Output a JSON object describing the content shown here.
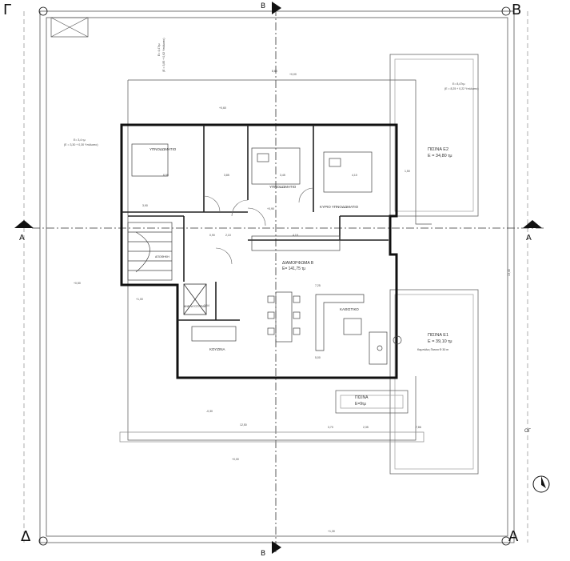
{
  "corners": {
    "top_left": "Γ",
    "top_right": "Β",
    "bottom_left": "Δ",
    "bottom_right": "Α"
  },
  "section_markers": {
    "left": "Α",
    "right": "Α",
    "top": "Β",
    "bottom": "Β"
  },
  "rooms": {
    "bedroom_1": "ΥΠΝΟΔΩΜΑΤΙΟ",
    "bedroom_2": "ΥΠΝΟΔΩΜΑΤΙΟ",
    "bedroom_master": "ΚΥΡΙΟ ΥΠΝΟΔΩΜΑΤΙΟ",
    "living_title": "ΔΙΑΜΟΡΦΩΜΑ Β",
    "living_area": "Ε= 141,75 τμ",
    "kitchen": "ΚΟΥΖΙΝΑ",
    "living_room": "ΚΑΘΙΣΤΙΚΟ",
    "stair_note": "ΑΝΕΛΚΥΣΤΗΡΑΣ",
    "storage": "ΑΠΟΘΗΚΗ"
  },
  "pools": {
    "pool_e2_title": "ΠΙΣΙΝΑ Ε2",
    "pool_e2_area": "Ε = 34,80 τμ",
    "pool_e1_title": "ΠΙΣΙΝΑ Ε1",
    "pool_e1_area": "Ε = 39,10 τμ",
    "pool_e1_note": "Καμπύλες Πισινα Φ 30 m",
    "pool_small_title": "ΠΙΣΙΝΑ",
    "pool_small_area": "Ε=9τμ"
  },
  "levels": {
    "top_left_box": "Ε= 3,4 τμ",
    "top_left_box2": "(Ε = 3,30 + 0,30 Υπόλοιπο)",
    "top_mid": "Ε= 4,47τμ",
    "top_mid2": "(Ε = 3,85 + 0,62 Υπόλοιπο)",
    "top_right": "Ε= 8,47τμ",
    "top_right2": "(Ε = 8,25 + 0,22 Υπόλοιπο)",
    "bottom_right_label": "ΟΓ",
    "elev_1": "+0,00",
    "elev_2": "+0,60",
    "elev_3": "+0,90",
    "elev_4": "+0,50",
    "elev_5": "+1,00",
    "elev_6": "-0,30",
    "elev_7": "+0,00",
    "elev_8": "+1,30"
  },
  "dims": {
    "d1": "6,99",
    "d2": "3,85",
    "d3": "3,45",
    "d4": "4,10",
    "d5": "3,90",
    "d6": "7,25",
    "d7": "5,00",
    "d8": "4,19",
    "d9": "2,54",
    "d10": "1,50",
    "d11": "0,90",
    "d12": "2,10",
    "d13": "13,40",
    "d14": "12,50",
    "d15": "7,86",
    "d16": "2,35",
    "d17": "8,65",
    "d18": "3,70"
  }
}
